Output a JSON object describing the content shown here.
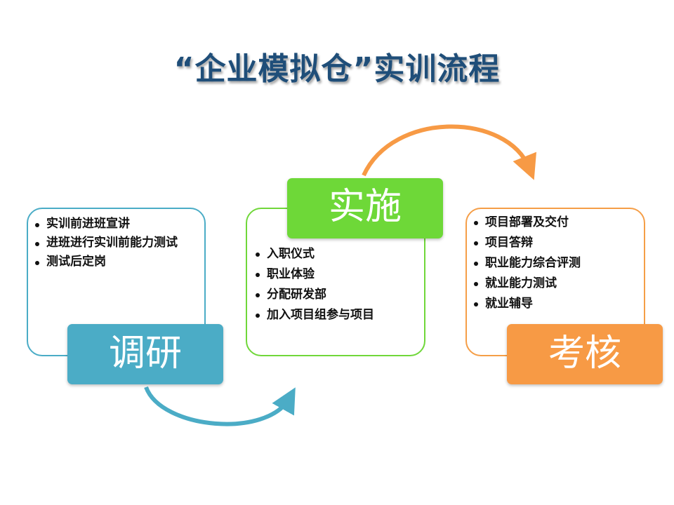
{
  "title": "“企业模拟仓”实训流程",
  "colors": {
    "title": "#1F4E79",
    "research": "#4BACC6",
    "implement": "#6ED838",
    "assess": "#F79A45"
  },
  "stages": [
    {
      "label": "调研",
      "items": [
        "实训前进班宣讲",
        "进班进行实训前能力测试",
        "测试后定岗"
      ]
    },
    {
      "label": "实施",
      "items": [
        "入职仪式",
        "职业体验",
        "分配研发部",
        "加入项目组参与项目"
      ]
    },
    {
      "label": "考核",
      "items": [
        "项目部署及交付",
        "项目答辩",
        "职业能力综合评测",
        "就业能力测试",
        "就业辅导"
      ]
    }
  ]
}
